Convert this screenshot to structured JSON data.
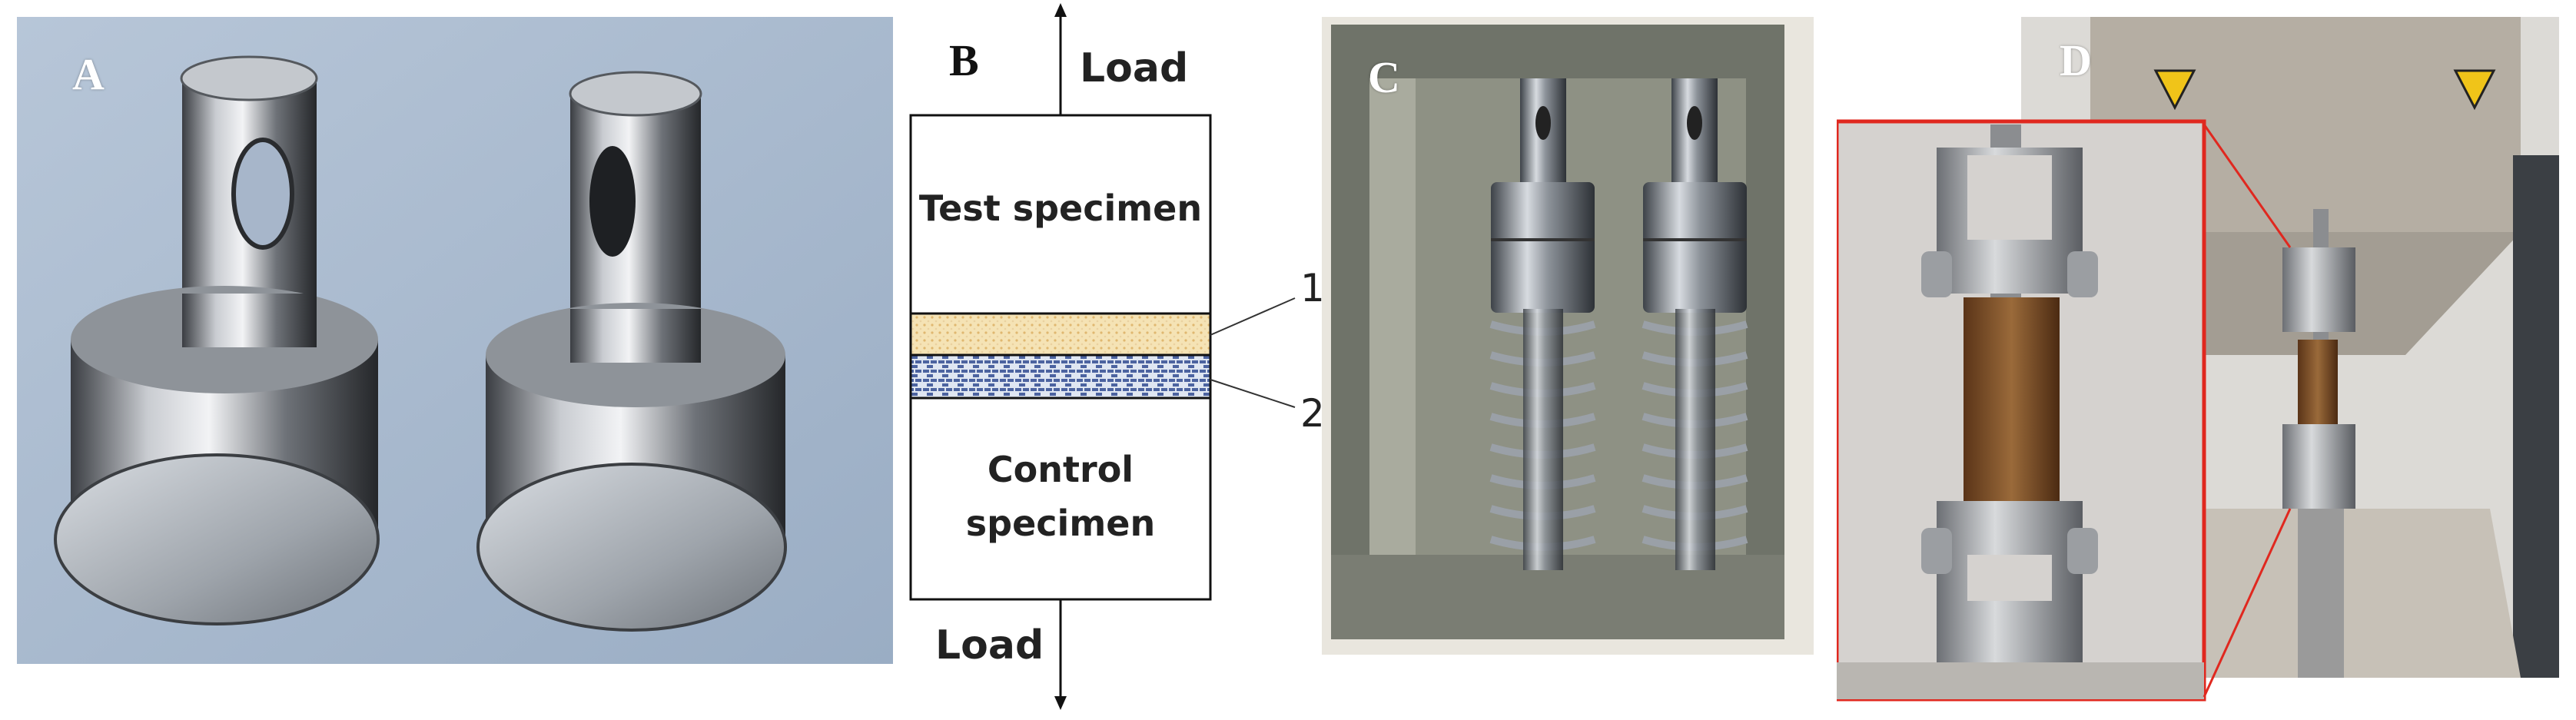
{
  "figure": {
    "panels": {
      "a": {
        "letter": "A"
      },
      "b": {
        "letter": "B",
        "top_arrow_label": "Load",
        "bottom_arrow_label": "Load",
        "test_specimen_label": "Test specimen",
        "control_specimen_line1": "Control",
        "control_specimen_line2": "specimen",
        "callout_1": "1",
        "callout_2": "2"
      },
      "c": {
        "letter": "C"
      },
      "d": {
        "letter": "D"
      }
    },
    "colors": {
      "layer1_fill": "#f5e3b5",
      "layer2_fill": "#5a6fa8",
      "frame_red": "#e0281f"
    }
  }
}
